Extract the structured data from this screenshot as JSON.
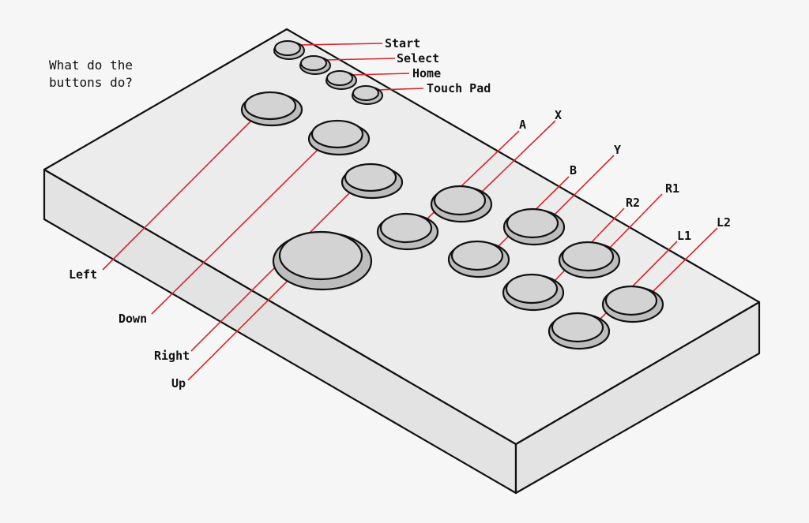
{
  "question": {
    "line1": "What do the",
    "line2": "buttons do?"
  },
  "colors": {
    "background": "#f6f6f6",
    "case_top": "#ececec",
    "case_side": "#e3e3e3",
    "button_base": "#bdbdbd",
    "button_cap": "#d3d3d3",
    "leader_line": "#d9252a",
    "outline": "#111111"
  },
  "labels": {
    "start": "Start",
    "select": "Select",
    "home": "Home",
    "touch_pad": "Touch Pad",
    "left": "Left",
    "down": "Down",
    "right": "Right",
    "up": "Up",
    "a": "A",
    "x": "X",
    "b": "B",
    "y": "Y",
    "r1": "R1",
    "r2": "R2",
    "l1": "L1",
    "l2": "L2"
  }
}
